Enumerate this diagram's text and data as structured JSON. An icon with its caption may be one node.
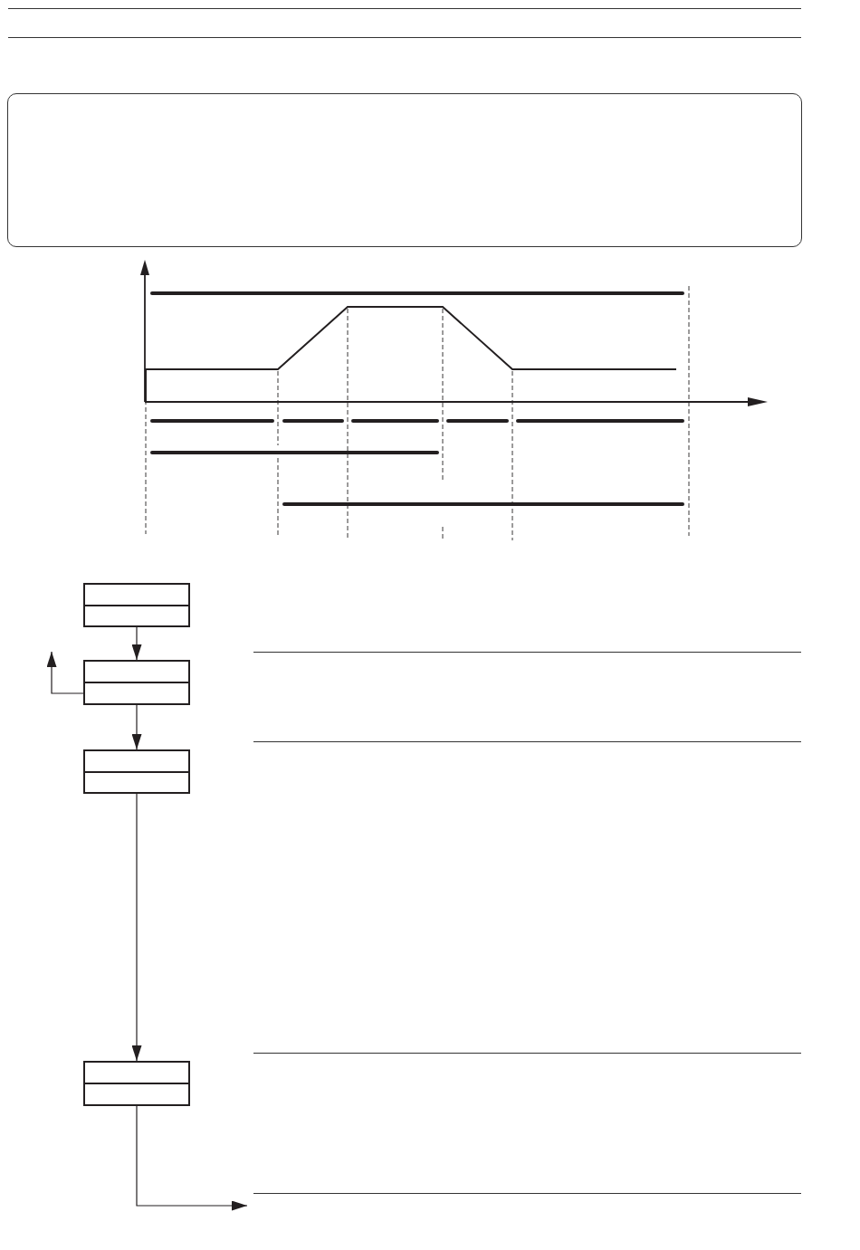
{
  "diagram": {
    "nodes": [
      {
        "text": [],
        "shape": "box"
      },
      {
        "text": [],
        "shape": "box"
      },
      {
        "text": [],
        "shape": "box"
      },
      {
        "text": [],
        "shape": "box"
      }
    ],
    "edges": [
      {
        "from": 0,
        "to": 1,
        "arrow": "to"
      },
      {
        "from": 1,
        "to": null,
        "arrow": "to"
      },
      {
        "from": 1,
        "to": 2,
        "arrow": "to"
      },
      {
        "from": 2,
        "to": 3,
        "arrow": "to"
      },
      {
        "from": 3,
        "to": null,
        "arrow": "to"
      }
    ]
  }
}
